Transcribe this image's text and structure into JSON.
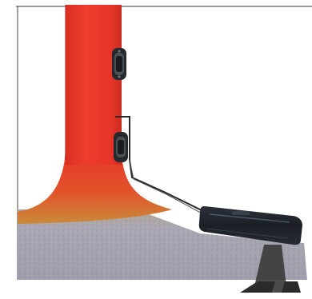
{
  "figure": {
    "components": [
      "red-column",
      "gray-base",
      "upper-clip",
      "lower-clip",
      "connection-cable",
      "handheld-device",
      "device-stand"
    ]
  },
  "colors": {
    "column": "#e8352a",
    "column_edge": "#c62a1f",
    "transition": "#d9732c",
    "base": "#a9a7b3",
    "base_dark": "#8d8b97",
    "frame": "#222222",
    "clip_body": "#262a2e",
    "cable": "#2a2a2a",
    "device": "#1d2127",
    "device_accent": "#5a6c85",
    "stand": "#303030"
  },
  "device": {
    "label": ""
  }
}
